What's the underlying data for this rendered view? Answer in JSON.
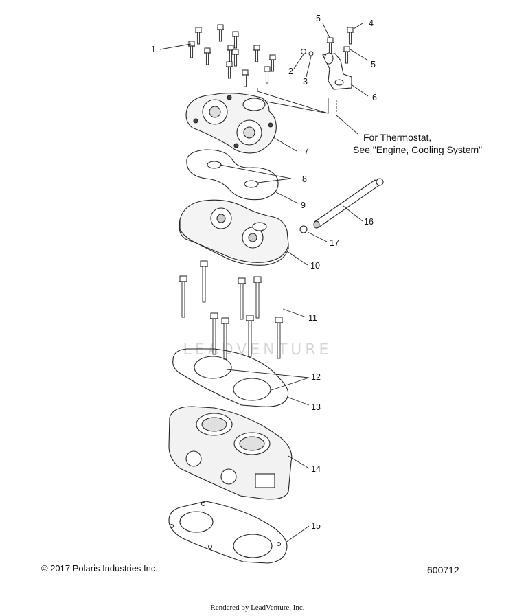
{
  "callouts": {
    "c1": "1",
    "c2": "2",
    "c3": "3",
    "c4": "4",
    "c5a": "5",
    "c5b": "5",
    "c6": "6",
    "c7": "7",
    "c8": "8",
    "c9": "9",
    "c10": "10",
    "c11": "11",
    "c12": "12",
    "c13": "13",
    "c14": "14",
    "c15": "15",
    "c16": "16",
    "c17": "17"
  },
  "note": {
    "line1": "For Thermostat,",
    "line2": "See \"Engine, Cooling System\""
  },
  "watermark": "LEADVENTURE",
  "footer": {
    "copyright": "© 2017 Polaris Industries Inc.",
    "part_number": "600712",
    "rendered_by": "Rendered by LeadVenture, Inc."
  }
}
